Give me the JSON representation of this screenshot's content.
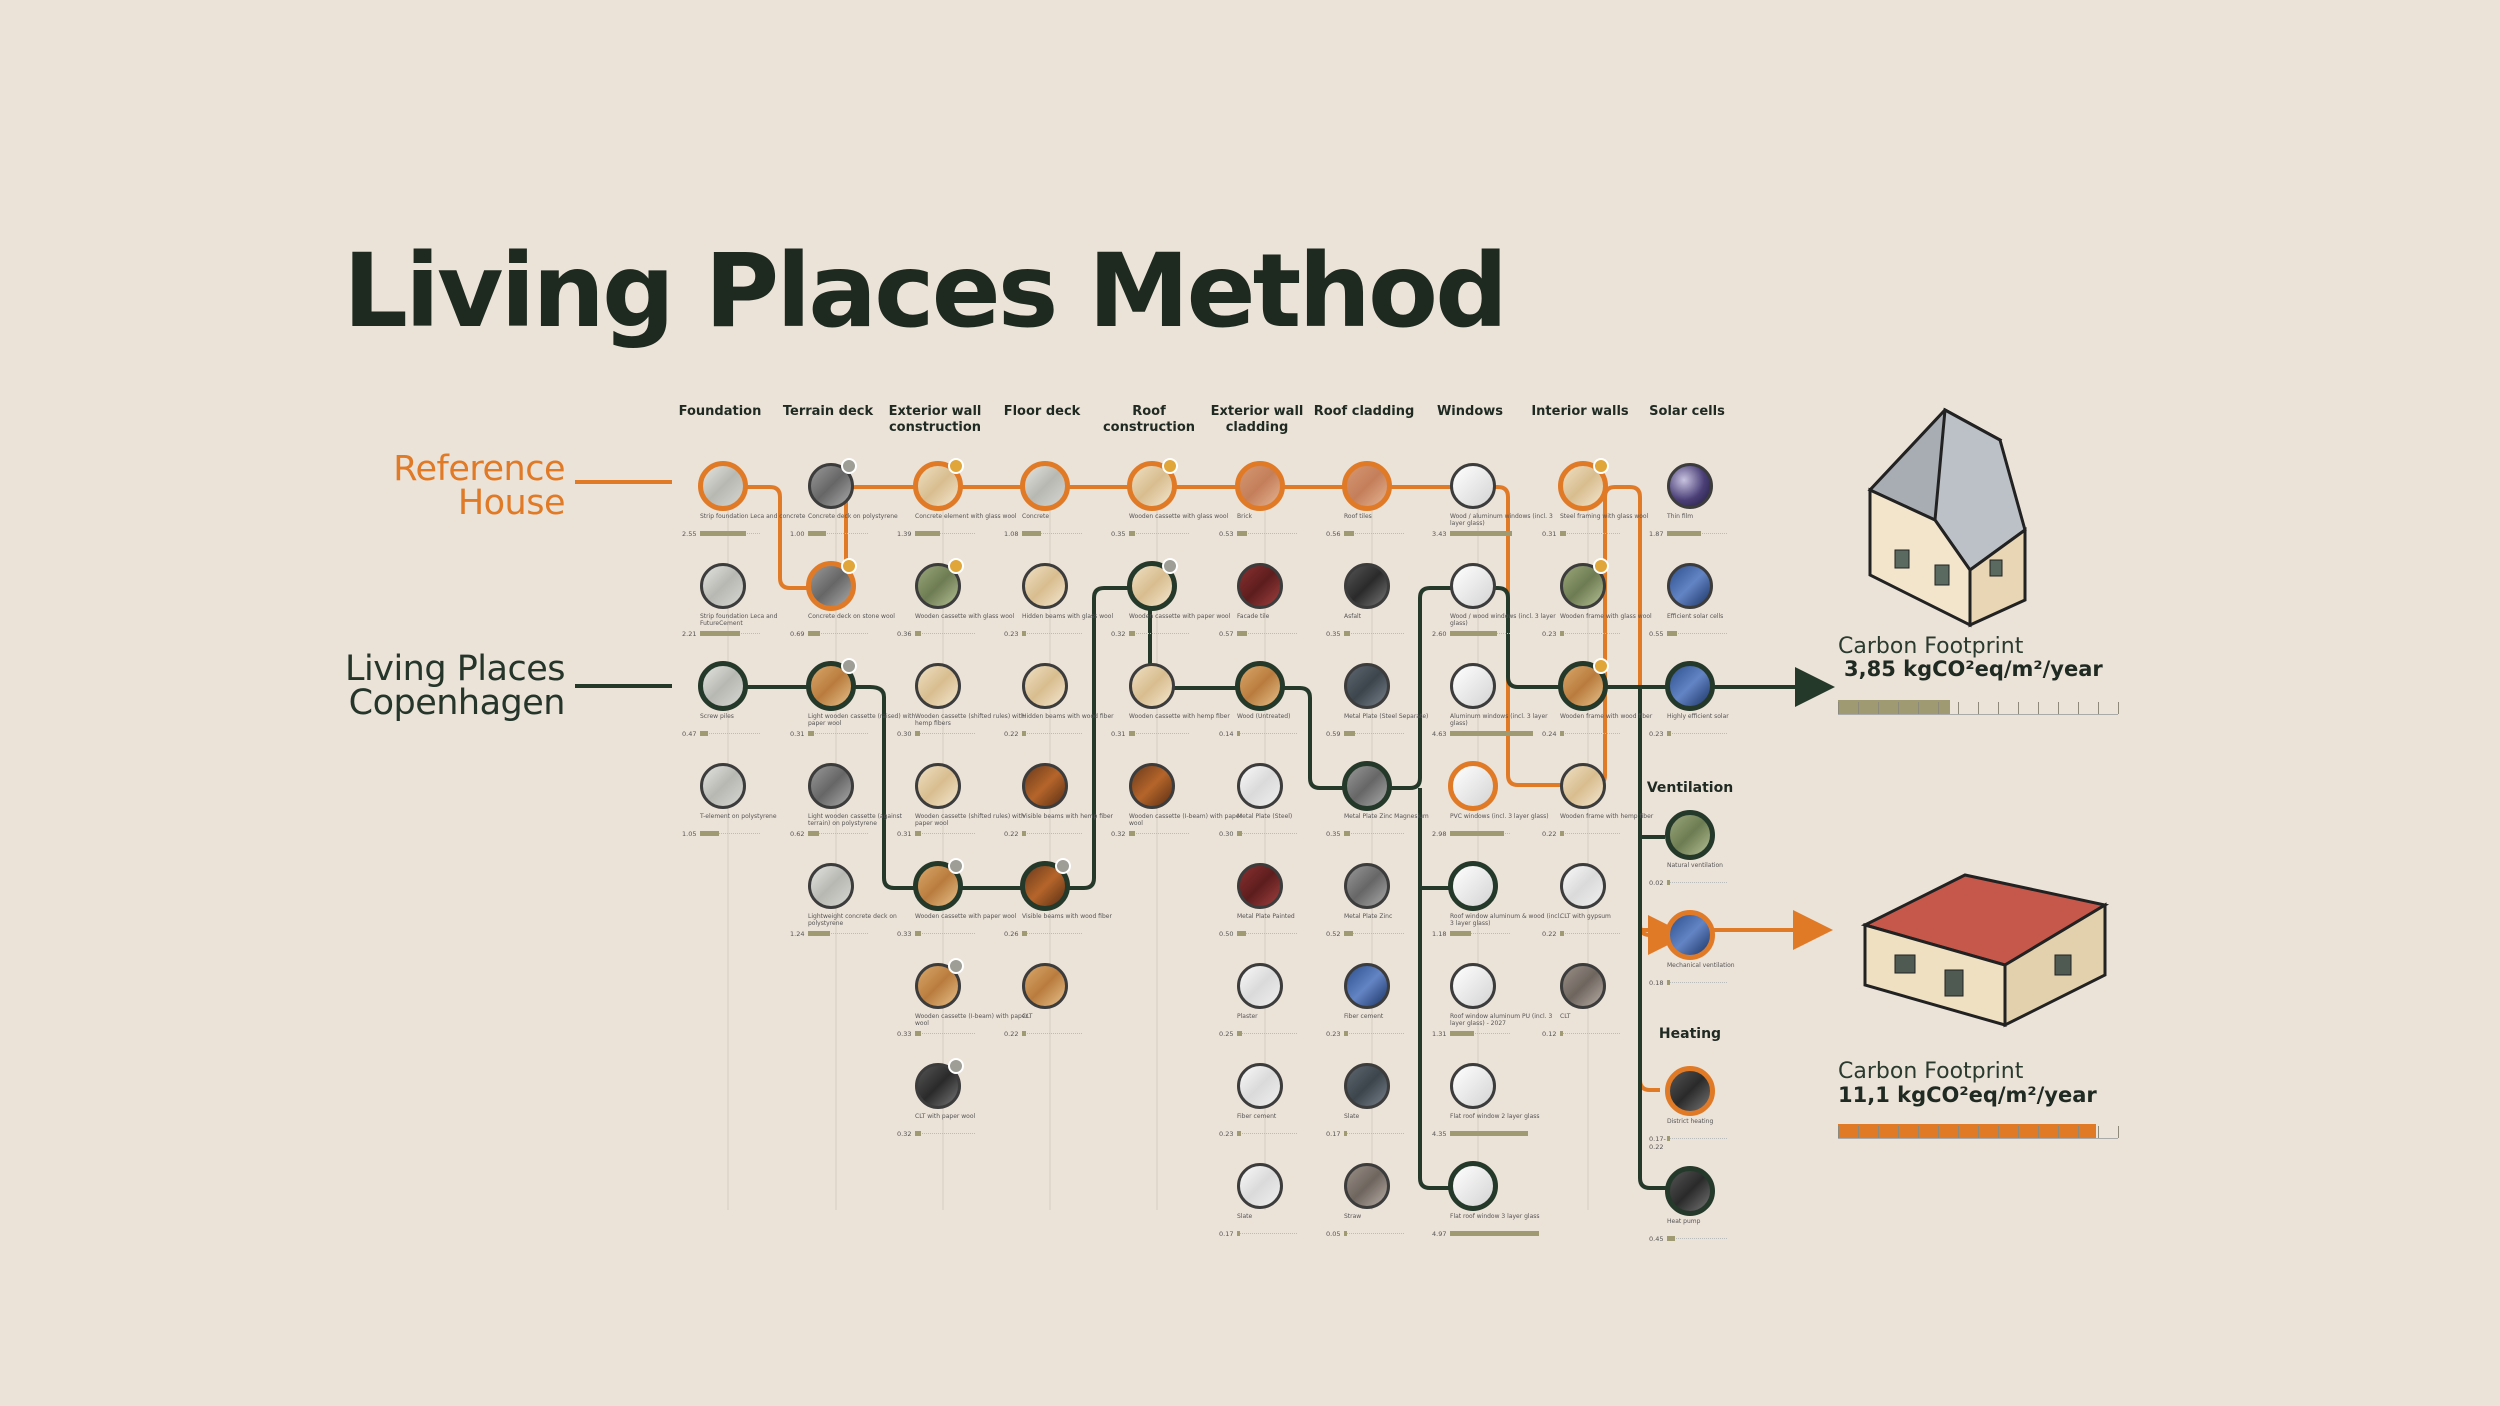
{
  "title": "Living Places Method",
  "row_labels": {
    "reference": "Reference House",
    "lpc": "Living Places Copenhagen"
  },
  "columns": [
    "Foundation",
    "Terrain deck",
    "Exterior wall construction",
    "Floor deck",
    "Roof construction",
    "Exterior wall cladding",
    "Roof cladding",
    "Windows",
    "Interior walls",
    "Solar cells"
  ],
  "sections": {
    "ventilation": "Ventilation",
    "heating": "Heating"
  },
  "options": [
    [
      {
        "label": "Strip foundation Leca and concrete",
        "value": "2.55",
        "mat": "concrete",
        "state": "ref"
      },
      {
        "label": "Strip foundation Leca and FutureCement",
        "value": "2.21",
        "mat": "concrete",
        "state": ""
      },
      {
        "label": "Screw piles",
        "value": "0.47",
        "mat": "concrete",
        "state": "lpc"
      },
      {
        "label": "T-element on polystyrene",
        "value": "1.05",
        "mat": "concrete",
        "state": ""
      }
    ],
    [
      {
        "label": "Concrete deck on polystyrene",
        "value": "1.00",
        "mat": "grey",
        "state": "",
        "badge": "grey"
      },
      {
        "label": "Concrete deck on stone wool",
        "value": "0.69",
        "mat": "grey",
        "state": "ref",
        "badge": "ref"
      },
      {
        "label": "Light wooden cassette (raised) with paper wool",
        "value": "0.31",
        "mat": "wood",
        "state": "lpc",
        "badge": "grey"
      },
      {
        "label": "Light wooden cassette (against terrain) on polystyrene",
        "value": "0.62",
        "mat": "grey",
        "state": ""
      },
      {
        "label": "Lightweight concrete deck on polystyrene",
        "value": "1.24",
        "mat": "concrete",
        "state": ""
      }
    ],
    [
      {
        "label": "Concrete element with glass wool",
        "value": "1.39",
        "mat": "lightwood",
        "state": "ref",
        "badge": "ref"
      },
      {
        "label": "Wooden cassette with glass wool",
        "value": "0.36",
        "mat": "green",
        "state": "",
        "badge": "ref"
      },
      {
        "label": "Wooden cassette (shifted rules) with hemp fibers",
        "value": "0.30",
        "mat": "lightwood",
        "state": ""
      },
      {
        "label": "Wooden cassette (shifted rules) with paper wool",
        "value": "0.31",
        "mat": "lightwood",
        "state": ""
      },
      {
        "label": "Wooden cassette with paper wool",
        "value": "0.33",
        "mat": "wood",
        "state": "lpc",
        "badge": "grey"
      },
      {
        "label": "Wooden cassette (I-beam) with paper wool",
        "value": "0.33",
        "mat": "wood",
        "state": "",
        "badge": "grey"
      },
      {
        "label": "CLT with paper wool",
        "value": "0.32",
        "mat": "dark",
        "state": "",
        "badge": "grey"
      }
    ],
    [
      {
        "label": "Concrete",
        "value": "1.08",
        "mat": "concrete",
        "state": "ref"
      },
      {
        "label": "Hidden beams with glass wool",
        "value": "0.23",
        "mat": "lightwood",
        "state": ""
      },
      {
        "label": "Hidden beams with wood fiber",
        "value": "0.22",
        "mat": "lightwood",
        "state": ""
      },
      {
        "label": "Visible beams with hemp fiber",
        "value": "0.22",
        "mat": "darkwood",
        "state": ""
      },
      {
        "label": "Visible beams with wood fiber",
        "value": "0.26",
        "mat": "darkwood",
        "state": "lpc",
        "badge": "grey"
      },
      {
        "label": "CLT",
        "value": "0.22",
        "mat": "wood",
        "state": ""
      }
    ],
    [
      {
        "label": "Wooden cassette with glass wool",
        "value": "0.35",
        "mat": "lightwood",
        "state": "ref",
        "badge": "ref"
      },
      {
        "label": "Wooden cassette with paper wool",
        "value": "0.32",
        "mat": "lightwood",
        "state": "lpc",
        "badge": "grey"
      },
      {
        "label": "Wooden cassette with hemp fiber",
        "value": "0.31",
        "mat": "lightwood",
        "state": ""
      },
      {
        "label": "Wooden cassette (I-beam) with paper wool",
        "value": "0.32",
        "mat": "darkwood",
        "state": ""
      }
    ],
    [
      {
        "label": "Brick",
        "value": "0.53",
        "mat": "brick",
        "state": "ref"
      },
      {
        "label": "Facade tile",
        "value": "0.57",
        "mat": "red",
        "state": ""
      },
      {
        "label": "Wood (Untreated)",
        "value": "0.14",
        "mat": "wood",
        "state": "lpc"
      },
      {
        "label": "Metal Plate (Steel)",
        "value": "0.30",
        "mat": "white",
        "state": ""
      },
      {
        "label": "Metal Plate Painted",
        "value": "0.50",
        "mat": "red",
        "state": ""
      },
      {
        "label": "Plaster",
        "value": "0.25",
        "mat": "white",
        "state": ""
      },
      {
        "label": "Fiber cement",
        "value": "0.23",
        "mat": "white",
        "state": ""
      },
      {
        "label": "Slate",
        "value": "0.17",
        "mat": "white",
        "state": ""
      }
    ],
    [
      {
        "label": "Roof tiles",
        "value": "0.56",
        "mat": "brick",
        "state": "ref"
      },
      {
        "label": "Asfalt",
        "value": "0.35",
        "mat": "dark",
        "state": ""
      },
      {
        "label": "Metal Plate (Steel Separate)",
        "value": "0.59",
        "mat": "slate",
        "state": ""
      },
      {
        "label": "Metal Plate Zinc Magnesium",
        "value": "0.35",
        "mat": "grey",
        "state": "lpc"
      },
      {
        "label": "Metal Plate Zinc",
        "value": "0.52",
        "mat": "grey",
        "state": ""
      },
      {
        "label": "Fiber cement",
        "value": "0.23",
        "mat": "blue",
        "state": ""
      },
      {
        "label": "Slate",
        "value": "0.17",
        "mat": "slate",
        "state": ""
      },
      {
        "label": "Straw",
        "value": "0.05",
        "mat": "stone",
        "state": ""
      }
    ],
    [
      {
        "label": "Wood / aluminum windows (incl. 3 layer glass)",
        "value": "3.43",
        "mat": "window",
        "state": ""
      },
      {
        "label": "Wood / wood windows (incl. 3 layer glass)",
        "value": "2.60",
        "mat": "window",
        "state": ""
      },
      {
        "label": "Aluminum windows (incl. 3 layer glass)",
        "value": "4.63",
        "mat": "window",
        "state": ""
      },
      {
        "label": "PVC windows (incl. 3 layer glass)",
        "value": "2.98",
        "mat": "window",
        "state": "ref"
      },
      {
        "label": "Roof window aluminum & wood (incl. 3 layer glass)",
        "value": "1.18",
        "mat": "window",
        "state": "lpc"
      },
      {
        "label": "Roof window aluminum PU (incl. 3 layer glass) - 2027",
        "value": "1.31",
        "mat": "window",
        "state": ""
      },
      {
        "label": "Flat roof window 2 layer glass",
        "value": "4.35",
        "mat": "window",
        "state": ""
      },
      {
        "label": "Flat roof window 3 layer glass",
        "value": "4.97",
        "mat": "window",
        "state": "lpc"
      }
    ],
    [
      {
        "label": "Steel framing with glass wool",
        "value": "0.31",
        "mat": "lightwood",
        "state": "ref",
        "badge": "ref"
      },
      {
        "label": "Wooden frame with glass wool",
        "value": "0.23",
        "mat": "green",
        "state": "",
        "badge": "ref"
      },
      {
        "label": "Wooden frame with wood fiber",
        "value": "0.24",
        "mat": "wood",
        "state": "lpc",
        "badge": "ref"
      },
      {
        "label": "Wooden frame with hemp fiber",
        "value": "0.22",
        "mat": "lightwood",
        "state": ""
      },
      {
        "label": "CLT with gypsum",
        "value": "0.22",
        "mat": "white",
        "state": ""
      },
      {
        "label": "CLT",
        "value": "0.12",
        "mat": "stone",
        "state": ""
      }
    ],
    [
      {
        "label": "Thin film",
        "value": "1.87",
        "mat": "solar",
        "state": ""
      },
      {
        "label": "Efficient solar cells",
        "value": "0.55",
        "mat": "blue",
        "state": ""
      },
      {
        "label": "Highly efficient solar",
        "value": "0.23",
        "mat": "blue",
        "state": "lpc"
      }
    ]
  ],
  "ventilation": [
    {
      "label": "Natural ventilation",
      "value": "0.02",
      "mat": "green",
      "state": "lpc"
    },
    {
      "label": "Mechanical ventilation",
      "value": "0.18",
      "mat": "blue",
      "state": "ref"
    }
  ],
  "heating": [
    {
      "label": "District heating",
      "value": "0.17-0.22",
      "mat": "dark",
      "state": "ref"
    },
    {
      "label": "Heat pump",
      "value": "0.45",
      "mat": "dark",
      "state": "lpc"
    }
  ],
  "results": {
    "lpc": {
      "title": "Carbon Footprint",
      "value": "3,85 kgCO²eq/m²/year",
      "fraction": 0.4,
      "color": "#9f9a72"
    },
    "ref": {
      "title": "Carbon Footprint",
      "value": "11,1 kgCO²eq/m²/year",
      "fraction": 0.92,
      "color": "#e07a26"
    }
  },
  "colors": {
    "reference": "#e07a26",
    "lpc": "#25392b",
    "background": "#ebe2d8"
  }
}
